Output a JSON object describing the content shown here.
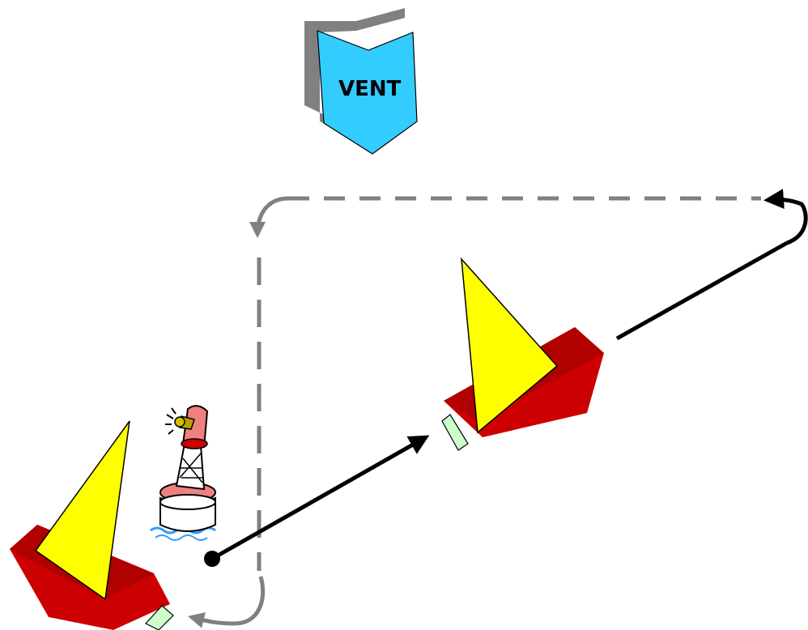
{
  "wind_flag": {
    "label": "VENT",
    "color": "#33ccff",
    "shadow_color": "#808080"
  },
  "boats": [
    {
      "name": "boat-left",
      "hull_color": "#cc0000",
      "sail_color": "#ffff00"
    },
    {
      "name": "boat-right",
      "hull_color": "#cc0000",
      "sail_color": "#ffff00"
    }
  ],
  "buoy": {
    "icon": "bell-buoy-icon"
  },
  "paths": {
    "solid_color": "#000000",
    "dashed_color": "#808080"
  }
}
